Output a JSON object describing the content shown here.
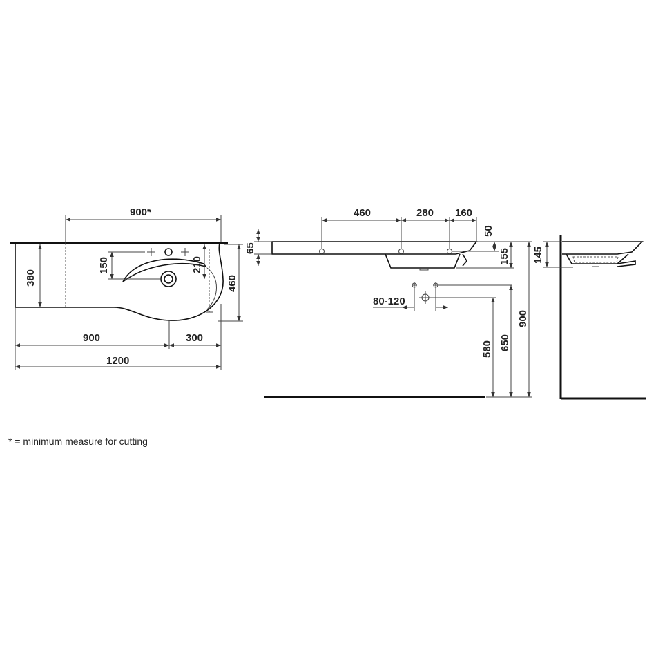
{
  "top_view": {
    "dim_overall_top": "900*",
    "dim_depth_left": "380",
    "dim_tap_spacing": "150",
    "dim_tap_to_edge": "210",
    "dim_depth_right": "460",
    "dim_basin_left": "900",
    "dim_basin_right": "300",
    "dim_total_width": "1200"
  },
  "front_view": {
    "dim_460": "460",
    "dim_280": "280",
    "dim_160": "160",
    "dim_50": "50",
    "dim_65": "65",
    "dim_155": "155",
    "dim_80_120": "80-120",
    "dim_580": "580",
    "dim_650": "650",
    "dim_900": "900"
  },
  "side_view": {
    "dim_145": "145"
  },
  "footnote": "* = minimum measure for cutting"
}
